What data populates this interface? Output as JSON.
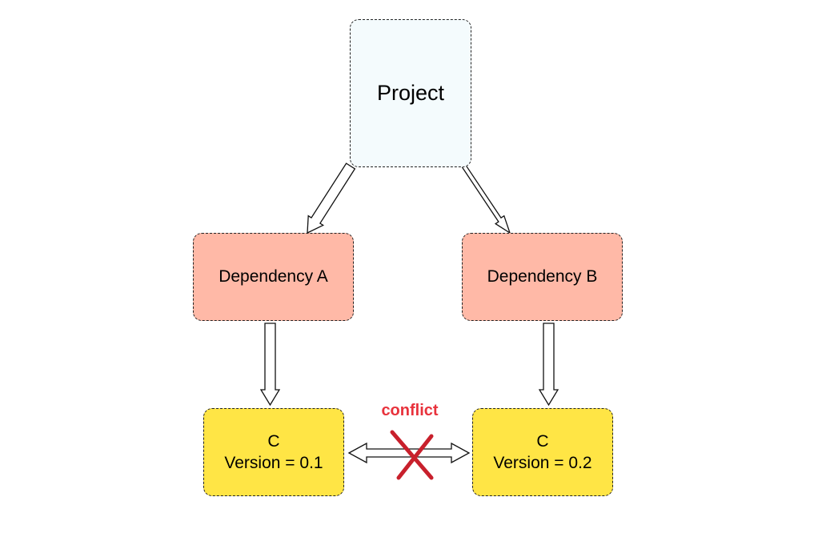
{
  "diagram": {
    "project": {
      "label": "Project"
    },
    "dependency_a": {
      "label": "Dependency A"
    },
    "dependency_b": {
      "label": "Dependency B"
    },
    "c_left": {
      "name": "C",
      "version": "Version = 0.1"
    },
    "c_right": {
      "name": "C",
      "version": "Version = 0.2"
    },
    "conflict": {
      "label": "conflict"
    }
  },
  "colors": {
    "project_fill": "#f4fbfd",
    "dependency_fill": "#ffb9a7",
    "c_fill": "#ffe545",
    "conflict_text": "#e8323c",
    "cross_mark": "#c8202c"
  },
  "icons": [
    "double-arrow",
    "bidirectional-double-arrow",
    "cross-icon"
  ]
}
